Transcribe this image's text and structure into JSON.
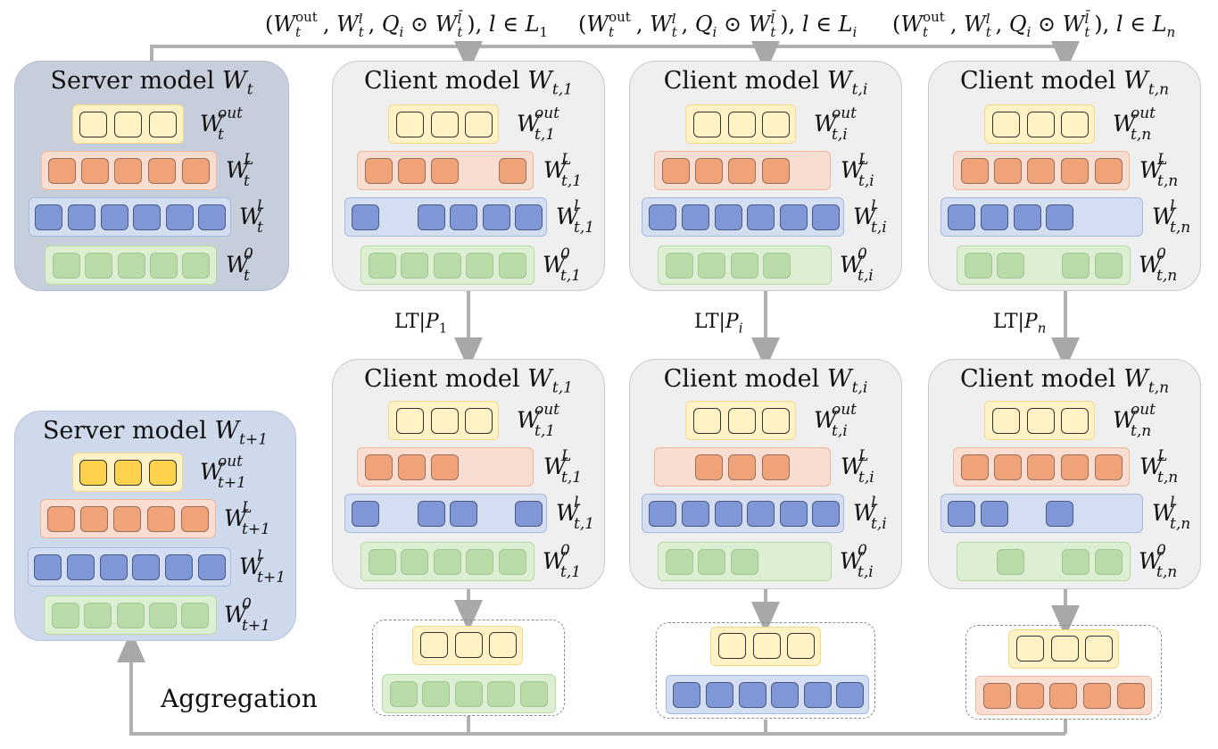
{
  "top_labels": [
    {
      "text": "(W_t^out, W_t^l, Q_i ⊙ W_t^l̄), l ∈ L_1"
    },
    {
      "text": "(W_t^out, W_t^l, Q_i ⊙ W_t^l̄), l ∈ L_i"
    },
    {
      "text": "(W_t^out, W_t^l, Q_i ⊙ W_t^l̄), l ∈ L_n"
    }
  ],
  "server_t": {
    "title_prefix": "Server model ",
    "title_var": "W",
    "title_sub": "t",
    "layers": [
      {
        "base": "W",
        "sup": "out",
        "sub": "t"
      },
      {
        "base": "W",
        "sup": "L",
        "sub": "t"
      },
      {
        "base": "W",
        "sup": "l",
        "sub": "t"
      },
      {
        "base": "W",
        "sup": "0",
        "sub": "t"
      }
    ]
  },
  "server_t1": {
    "title_prefix": "Server model ",
    "title_var": "W",
    "title_sub": "t+1",
    "layers": [
      {
        "base": "W",
        "sup": "out",
        "sub": "t+1"
      },
      {
        "base": "W",
        "sup": "L",
        "sub": "t+1"
      },
      {
        "base": "W",
        "sup": "l",
        "sub": "t+1"
      },
      {
        "base": "W",
        "sup": "0",
        "sub": "t+1"
      }
    ]
  },
  "clients": [
    {
      "title_prefix": "Client model ",
      "title_var": "W",
      "title_sub": "t,1",
      "layers": [
        {
          "base": "W",
          "sup": "out",
          "sub": "t,1"
        },
        {
          "base": "W",
          "sup": "L",
          "sub": "t,1"
        },
        {
          "base": "W",
          "sup": "l",
          "sub": "t,1"
        },
        {
          "base": "W",
          "sup": "0",
          "sub": "t,1"
        }
      ]
    },
    {
      "title_prefix": "Client model ",
      "title_var": "W",
      "title_sub": "t,i",
      "layers": [
        {
          "base": "W",
          "sup": "out",
          "sub": "t,i"
        },
        {
          "base": "W",
          "sup": "L",
          "sub": "t,i"
        },
        {
          "base": "W",
          "sup": "l",
          "sub": "t,i"
        },
        {
          "base": "W",
          "sup": "0",
          "sub": "t,i"
        }
      ]
    },
    {
      "title_prefix": "Client model ",
      "title_var": "W",
      "title_sub": "t,n",
      "layers": [
        {
          "base": "W",
          "sup": "out",
          "sub": "t,n"
        },
        {
          "base": "W",
          "sup": "L",
          "sub": "t,n"
        },
        {
          "base": "W",
          "sup": "l",
          "sub": "t,n"
        },
        {
          "base": "W",
          "sup": "0",
          "sub": "t,n"
        }
      ]
    }
  ],
  "lt_labels": [
    {
      "prefix": "LT|",
      "var": "P",
      "sub": "1"
    },
    {
      "prefix": "LT|",
      "var": "P",
      "sub": "i"
    },
    {
      "prefix": "LT|",
      "var": "P",
      "sub": "n"
    }
  ],
  "aggregation_label": "Aggregation",
  "colors": {
    "out_cell": "#fff2c4",
    "out_cell_updated": "#ffd24d",
    "L_cell": "#f0a278",
    "l_cell": "#7f97d6",
    "zero_cell": "#b9dba8",
    "arrow": "#b0b0b0"
  }
}
